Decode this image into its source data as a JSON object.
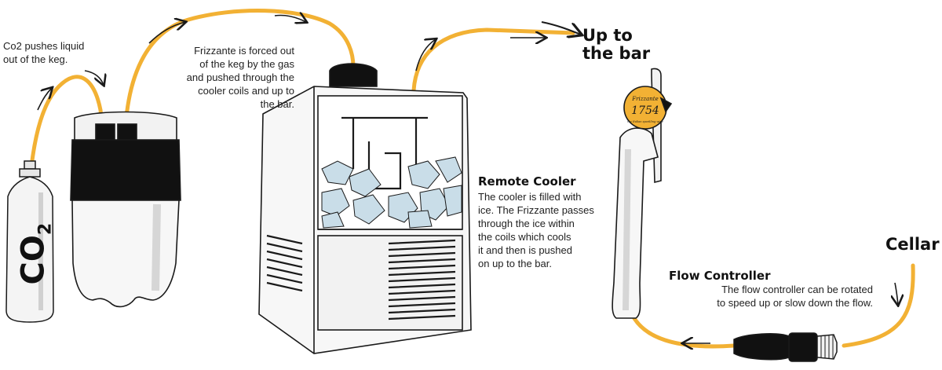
{
  "labels": {
    "co2_note": "Co2 pushes liquid\nout of the keg.",
    "frizzante_note": "Frizzante is forced out\nof the keg by the gas\nand pushed through the\ncooler coils and up to\nthe bar.",
    "up_to_bar": "Up to\nthe bar",
    "remote_cooler_title": "Remote Cooler",
    "remote_cooler_text": "The cooler is filled with\nice. The Frizzante passes\nthrough the ice within\nthe coils which cools\nit and then is pushed\non up to the bar.",
    "flow_controller_title": "Flow Controller",
    "flow_controller_text": "The flow controller can be rotated\nto speed up or slow down the flow.",
    "cellar": "Cellar"
  },
  "cylinder": {
    "text": "CO",
    "sub": "2"
  },
  "tap_badge": {
    "line1": "Frizzante",
    "line2": "1754",
    "line3": "the Italian sparkling wine"
  },
  "colors": {
    "pipe": "#f2b134",
    "ink": "#1a1a1a",
    "shade": "#d9d9d9",
    "ice": "#c9dde8",
    "band": "#111111"
  }
}
